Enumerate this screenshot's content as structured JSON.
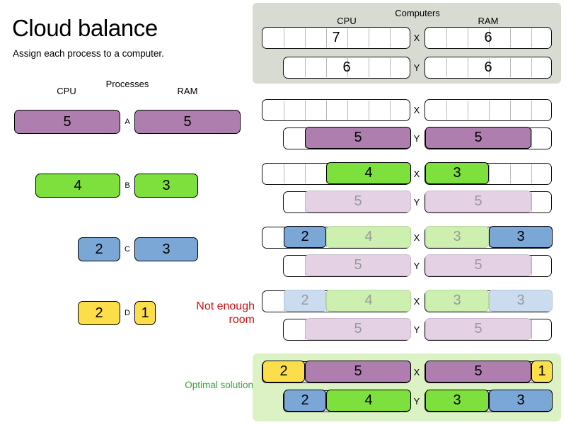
{
  "title": "Cloud balance",
  "subtitle": "Assign each process to a computer.",
  "headers": {
    "processes": "Processes",
    "process_cpu": "CPU",
    "process_ram": "RAM",
    "computers": "Computers",
    "computer_cpu": "CPU",
    "computer_ram": "RAM"
  },
  "colors": {
    "purple": "#ae7fae",
    "green": "#7ee03c",
    "blue": "#7ba7d7",
    "yellow": "#fcde4a",
    "purple_ghost": "#e4d1e4",
    "green_ghost": "#cdf0b0",
    "blue_ghost": "#cbdcf0",
    "panel_grey": "#d7dbd2",
    "panel_green": "#ddf2c4",
    "warn_red": "#cc1111",
    "ok_green": "#3ba03b",
    "ghost_text": "#9a9a9a"
  },
  "processes": [
    {
      "id": "A",
      "cpu": "5",
      "ram": "5",
      "color": "purple"
    },
    {
      "id": "B",
      "cpu": "4",
      "ram": "3",
      "color": "green"
    },
    {
      "id": "C",
      "cpu": "2",
      "ram": "3",
      "color": "blue"
    },
    {
      "id": "D",
      "cpu": "2",
      "ram": "1",
      "color": "yellow"
    }
  ],
  "computers": [
    {
      "id": "X",
      "cpu_capacity": "7",
      "ram_capacity": "6"
    },
    {
      "id": "Y",
      "cpu_capacity": "6",
      "ram_capacity": "6"
    }
  ],
  "annotations": {
    "not_enough_room": "Not enough\nroom",
    "not_enough_room_line1": "Not enough",
    "not_enough_room_line2": "room",
    "optimal_solution": "Optimal solution"
  },
  "steps": [
    {
      "name": "step-assign-a",
      "rows": [
        {
          "computer": "X",
          "cpu_segments": [],
          "ram_segments": []
        },
        {
          "computer": "Y",
          "cpu_segments": [
            {
              "value": "5",
              "color": "purple",
              "ghost": false
            }
          ],
          "ram_segments": [
            {
              "value": "5",
              "color": "purple",
              "ghost": false
            }
          ]
        }
      ]
    },
    {
      "name": "step-assign-b",
      "rows": [
        {
          "computer": "X",
          "cpu_segments": [
            {
              "value": "4",
              "color": "green",
              "ghost": false
            }
          ],
          "ram_segments": [
            {
              "value": "3",
              "color": "green",
              "ghost": false
            }
          ]
        },
        {
          "computer": "Y",
          "cpu_segments": [
            {
              "value": "5",
              "color": "purple",
              "ghost": true
            }
          ],
          "ram_segments": [
            {
              "value": "5",
              "color": "purple",
              "ghost": true
            }
          ]
        }
      ]
    },
    {
      "name": "step-assign-c",
      "rows": [
        {
          "computer": "X",
          "cpu_segments": [
            {
              "value": "2",
              "color": "blue",
              "ghost": false
            },
            {
              "value": "4",
              "color": "green",
              "ghost": true
            }
          ],
          "ram_segments": [
            {
              "value": "3",
              "color": "green",
              "ghost": true
            },
            {
              "value": "3",
              "color": "blue",
              "ghost": false
            }
          ]
        },
        {
          "computer": "Y",
          "cpu_segments": [
            {
              "value": "5",
              "color": "purple",
              "ghost": true
            }
          ],
          "ram_segments": [
            {
              "value": "5",
              "color": "purple",
              "ghost": true
            }
          ]
        }
      ]
    },
    {
      "name": "step-assign-d",
      "rows": [
        {
          "computer": "X",
          "cpu_segments": [
            {
              "value": "2",
              "color": "blue",
              "ghost": true
            },
            {
              "value": "4",
              "color": "green",
              "ghost": true
            }
          ],
          "ram_segments": [
            {
              "value": "3",
              "color": "green",
              "ghost": true
            },
            {
              "value": "3",
              "color": "blue",
              "ghost": true
            }
          ]
        },
        {
          "computer": "Y",
          "cpu_segments": [
            {
              "value": "5",
              "color": "purple",
              "ghost": true
            }
          ],
          "ram_segments": [
            {
              "value": "5",
              "color": "purple",
              "ghost": true
            }
          ]
        }
      ]
    },
    {
      "name": "step-optimal",
      "rows": [
        {
          "computer": "X",
          "cpu_segments": [
            {
              "value": "2",
              "color": "yellow",
              "ghost": false
            },
            {
              "value": "5",
              "color": "purple",
              "ghost": false
            }
          ],
          "ram_segments": [
            {
              "value": "5",
              "color": "purple",
              "ghost": false
            },
            {
              "value": "1",
              "color": "yellow",
              "ghost": false
            }
          ]
        },
        {
          "computer": "Y",
          "cpu_segments": [
            {
              "value": "2",
              "color": "blue",
              "ghost": false
            },
            {
              "value": "4",
              "color": "green",
              "ghost": false
            }
          ],
          "ram_segments": [
            {
              "value": "3",
              "color": "green",
              "ghost": false
            },
            {
              "value": "3",
              "color": "blue",
              "ghost": false
            }
          ]
        }
      ]
    }
  ]
}
